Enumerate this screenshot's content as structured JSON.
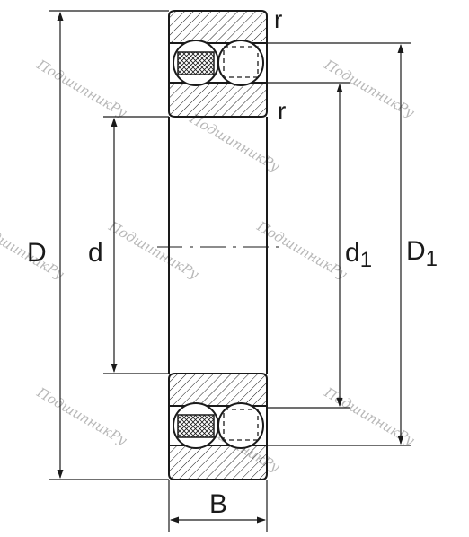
{
  "labels": {
    "outer_diameter": "D",
    "bore_diameter": "d",
    "width": "B",
    "radius_top": "r",
    "radius_inner": "r",
    "d1_main": "d",
    "d1_sub": "1",
    "D1_main": "D",
    "D1_sub": "1"
  },
  "watermark": "ПодшипникРу",
  "colors": {
    "line": "#1a1a1a",
    "watermark": "#b8b8b8",
    "background": "#ffffff"
  }
}
